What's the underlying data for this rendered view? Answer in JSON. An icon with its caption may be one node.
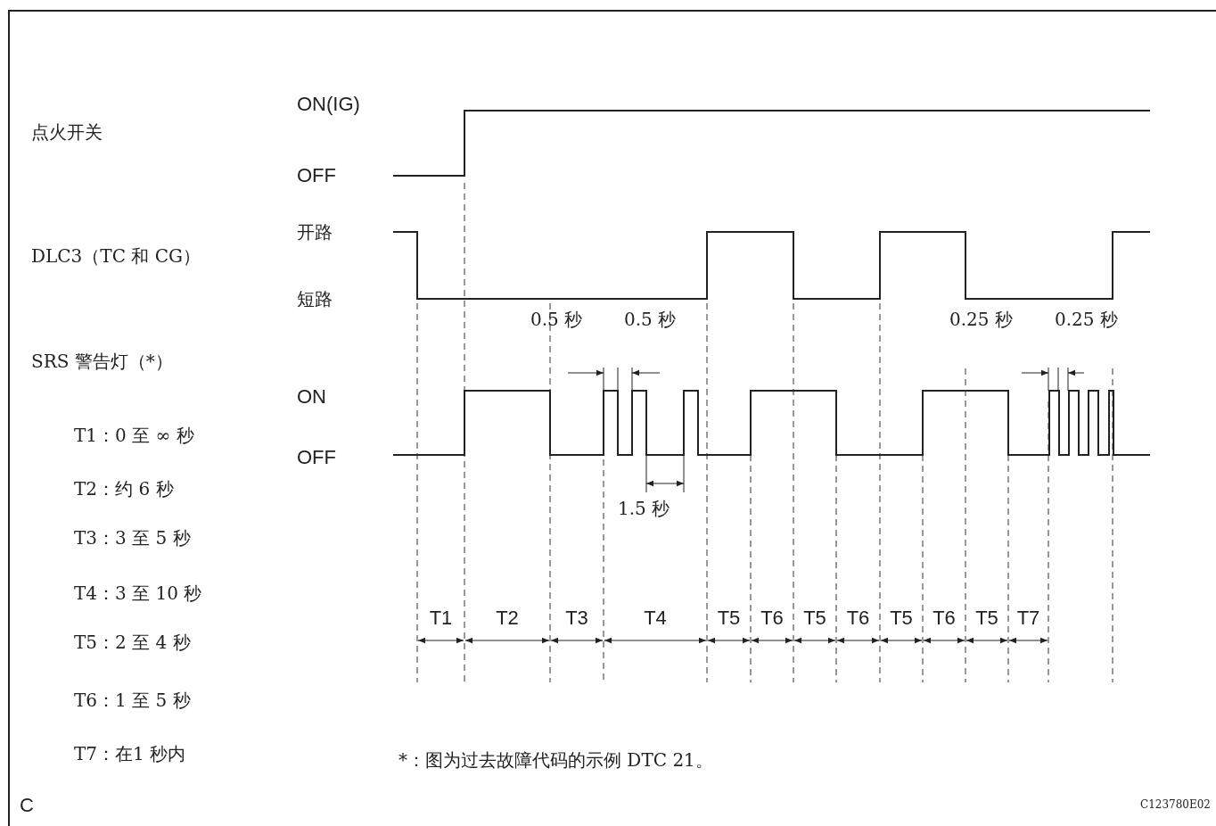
{
  "diagram": {
    "labels": [
      "ON(IG)",
      "点火开关",
      "OFF",
      "开路",
      "DLC3（TC 和 CG）",
      "短路",
      "0.5 秒",
      "0.5 秒",
      "0.25 秒",
      "0.25 秒",
      "SRS 警告灯（*）",
      "ON",
      "T1：0 至 ∞ 秒",
      "OFF",
      "T2：约 6 秒",
      "1.5 秒",
      "T3：3 至 5 秒",
      "T4：3 至 10 秒",
      "T1",
      "T2",
      "T3",
      "T4",
      "T5",
      "T6",
      "T5",
      "T6",
      "T5",
      "T6",
      "T5",
      "T7",
      "T5：2 至 4 秒",
      "T6：1 至 5 秒",
      "T7：在1 秒内",
      "*：图为过去故障代码的示例 DTC 21。",
      "C",
      "C123780E02"
    ]
  }
}
